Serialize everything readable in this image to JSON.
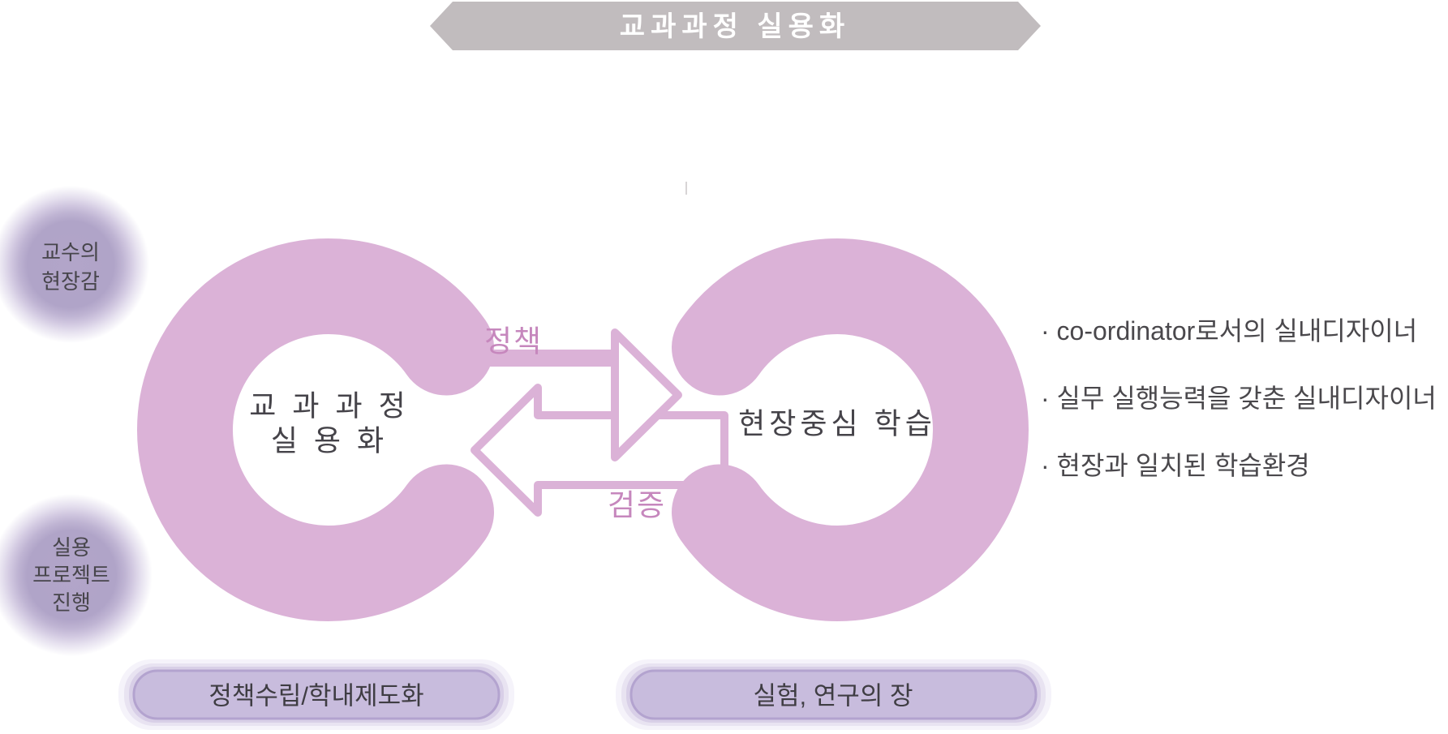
{
  "title_banner": {
    "label": "교과과정 실용화"
  },
  "left_ring": {
    "line1": "교 과 과 정",
    "line2": "실 용 화"
  },
  "right_ring": {
    "label": "현장중심 학습"
  },
  "arrows": {
    "top_label": "정책",
    "bottom_label": "검증"
  },
  "badges": [
    {
      "lines": [
        "교수의",
        "현장감"
      ]
    },
    {
      "lines": [
        "실용",
        "프로젝트",
        "진행"
      ]
    }
  ],
  "pills": [
    {
      "label": "정책수립/학내제도화"
    },
    {
      "label": "실험, 연구의 장"
    }
  ],
  "bullets": {
    "items": [
      "· co-ordinator로서의 실내디자이너",
      "· 실무 실행능력을 갖춘 실내디자이너",
      "· 현장과 일치된 학습환경"
    ]
  },
  "colors": {
    "ring_pink": "#dbb2d7",
    "arrow_pink": "#dbb2d7",
    "label_pink": "#c687bd",
    "banner_gray": "#c1bcbe",
    "badge_purple": "#b0a4c8",
    "pill_fill": "#c8bcdd",
    "pill_border": "#b3a3cf",
    "text_dark": "#454349"
  }
}
